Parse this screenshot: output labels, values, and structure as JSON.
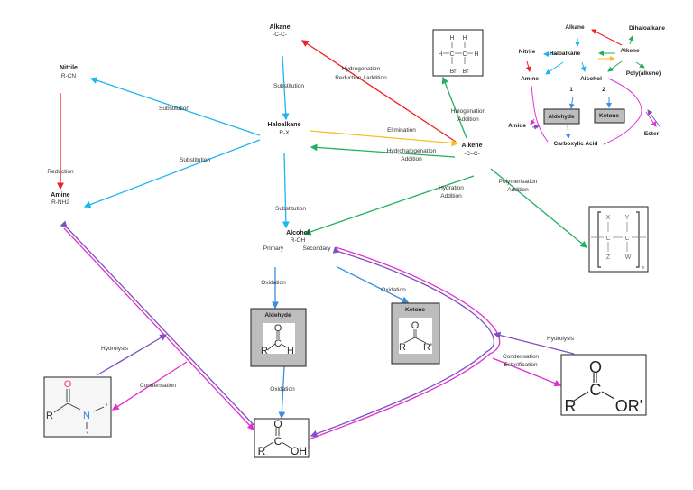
{
  "colors": {
    "substitution": "#1fb5f0",
    "reduction": "#f02020",
    "elimination": "#f5c020",
    "addition": "#20b060",
    "oxidation": "#3a8fe0",
    "condensation": "#e030d0",
    "hydrolysis": "#8050c0",
    "box_gray": "#bdbdbd"
  },
  "nodes": {
    "alkane": {
      "name": "Alkane",
      "formula": "-C-C-"
    },
    "nitrile": {
      "name": "Nitrile",
      "formula": "R-CN"
    },
    "haloalkane": {
      "name": "Haloalkane",
      "formula": "R-X"
    },
    "amine": {
      "name": "Amine",
      "formula": "R-NH2"
    },
    "alcohol": {
      "name": "Alcohol",
      "formula": "R-OH",
      "primary": "Primary",
      "secondary": "Secondary"
    },
    "alkene": {
      "name": "Alkene",
      "formula": "-C=C-"
    },
    "aldehyde": {
      "name": "Aldehyde"
    },
    "ketone": {
      "name": "Ketone"
    }
  },
  "reactions": {
    "hydrogenation": [
      "Hydrogenation",
      "Reduction / addition"
    ],
    "sub_alkane": "Substitution",
    "sub_nitrile": "Substitution",
    "sub_amine": "Substitution",
    "sub_alcohol": "Substitution",
    "reduction": "Reduction",
    "elimination": "Elimination",
    "hydrohalogenation": [
      "Hydrohalogenation",
      "Addition"
    ],
    "halogenation": [
      "Halogenation",
      "Addition"
    ],
    "hydration": [
      "Hydration",
      "Addition"
    ],
    "polymerisation": [
      "Polymerisation",
      "Addition"
    ],
    "ox_primary": "Oxidation",
    "ox_secondary": "Oxidation",
    "ox_aldehyde": "Oxidation",
    "hydrolysis_amide": "Hydrolysis",
    "condensation_amide": "Condensation",
    "hydrolysis_ester": "Hydrolysis",
    "condensation_ester": [
      "Condensation",
      "Esterification"
    ]
  },
  "structures": {
    "dibromo": {
      "atoms": [
        "H",
        "H",
        "H",
        "C",
        "C",
        "H",
        "Br",
        "Br"
      ]
    },
    "polymer": {
      "atoms": [
        "X",
        "Y",
        "C",
        "C",
        "Z",
        "W",
        "n"
      ]
    },
    "aldehyde": {
      "atoms": [
        "O",
        "C",
        "R",
        "H"
      ]
    },
    "ketone": {
      "atoms": [
        "O",
        "R",
        "R'"
      ]
    },
    "acid": {
      "atoms": [
        "O",
        "C",
        "R",
        "OH"
      ]
    },
    "amide": {
      "atoms": [
        "O",
        "R",
        "N",
        "*",
        "*"
      ]
    },
    "ester": {
      "atoms": [
        "O",
        "C",
        "R",
        "OR'"
      ]
    }
  },
  "mini_map": {
    "alkane": "Alkane",
    "dihaloalkane": "Dihaloalkane",
    "nitrile": "Nitrile",
    "haloalkane": "Haloalkane",
    "alkene": "Alkene",
    "amine": "Amine",
    "alcohol": "Alcohol",
    "polyalkene": "Poly(alkene)",
    "one": "1",
    "two": "2",
    "aldehyde": "Aldehyde",
    "ketone": "Ketone",
    "amide": "Amide",
    "carboxylic_acid": "Carboxylic Acid",
    "ester": "Ester"
  }
}
